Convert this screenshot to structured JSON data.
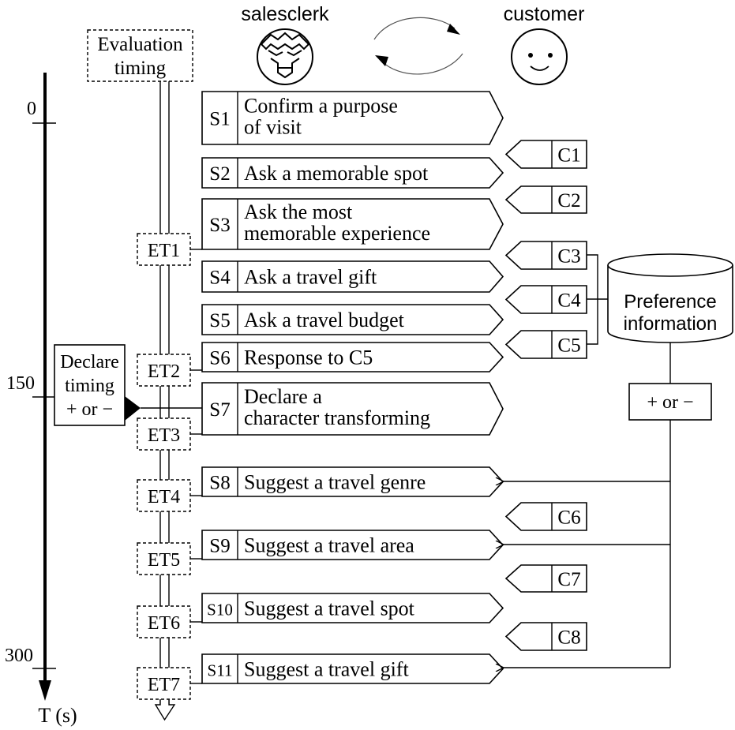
{
  "header": {
    "salesclerk_label": "salesclerk",
    "customer_label": "customer"
  },
  "evaluation_timing": [
    "Evaluation",
    "timing"
  ],
  "time_axis": {
    "label": "T (s)",
    "ticks": [
      "0",
      "150",
      "300"
    ]
  },
  "declare_timing": [
    "Declare",
    "timing",
    "+ or −"
  ],
  "preference": {
    "lines": [
      "Preference",
      "information"
    ],
    "sign_label": "+ or −"
  },
  "evaluation_points": [
    "ET1",
    "ET2",
    "ET3",
    "ET4",
    "ET5",
    "ET6",
    "ET7"
  ],
  "salesclerk_steps": [
    {
      "id": "S1",
      "lines": [
        "Confirm a purpose",
        "of visit"
      ]
    },
    {
      "id": "S2",
      "lines": [
        "Ask a memorable spot"
      ]
    },
    {
      "id": "S3",
      "lines": [
        "Ask the most",
        "memorable experience"
      ]
    },
    {
      "id": "S4",
      "lines": [
        "Ask a travel gift"
      ]
    },
    {
      "id": "S5",
      "lines": [
        "Ask a travel budget"
      ]
    },
    {
      "id": "S6",
      "lines": [
        "Response to C5"
      ]
    },
    {
      "id": "S7",
      "lines": [
        "Declare a",
        "character transforming"
      ]
    },
    {
      "id": "S8",
      "lines": [
        "Suggest a travel genre"
      ]
    },
    {
      "id": "S9",
      "lines": [
        "Suggest a travel area"
      ]
    },
    {
      "id": "S10",
      "lines": [
        "Suggest a travel spot"
      ]
    },
    {
      "id": "S11",
      "lines": [
        "Suggest a travel gift"
      ]
    }
  ],
  "customer_responses": [
    "C1",
    "C2",
    "C3",
    "C4",
    "C5",
    "C6",
    "C7",
    "C8"
  ]
}
